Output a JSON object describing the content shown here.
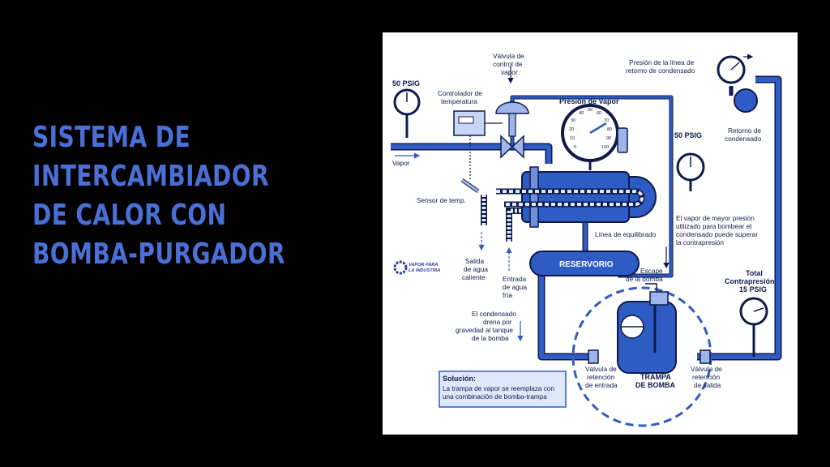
{
  "title_lines": [
    "SISTEMA DE",
    "INTERCAMBIADOR",
    "DE CALOR CON",
    "BOMBA-PURGADOR"
  ],
  "labels": {
    "valve": [
      "Válvula de",
      "control de",
      "vapor"
    ],
    "controller": [
      "Controlador de",
      "temperatura"
    ],
    "gauge_left": "50 PSIG",
    "vapor": "Vapor",
    "steam_pressure": "Presión de Vapor",
    "return_pressure": [
      "Presión de la línea de",
      "retorno de condensado"
    ],
    "return_condensate": [
      "Retorno de",
      "condensado"
    ],
    "gauge_right": "50 PSIG",
    "sensor": "Sensor de temp.",
    "hot_water": [
      "Salida",
      "de agua",
      "caliente"
    ],
    "cold_water": [
      "Entrada",
      "de agua",
      "fría"
    ],
    "equalizing": "Línea de equilibrado",
    "higher_pressure": [
      "El vapor de mayor presión",
      "utilizado para bombear el",
      "condensado puede superar",
      "la contrapresión"
    ],
    "reservoir": "RESERVORIO",
    "pump_exhaust": [
      "Escape",
      "de la bomba"
    ],
    "backpressure": [
      "Total",
      "Contrapresión",
      "15 PSIG"
    ],
    "condensate_drain": [
      "El condensado",
      "drena por",
      "gravedad al tanque",
      "de la bomba"
    ],
    "inlet_check": [
      "Válvula de",
      "retención",
      "de entrada"
    ],
    "pump_trap": [
      "TRAMPA",
      "DE BOMBA"
    ],
    "outlet_check": [
      "Válvula de",
      "retención",
      "de salida"
    ],
    "solution_title": "Solución:",
    "solution_text": [
      "La trampa de vapor se reemplaza con",
      "una combinación de bomba-trampa"
    ],
    "logo": [
      "VAPOR PARA",
      "LA INDUSTRIA"
    ]
  },
  "dial_numbers": [
    "30",
    "40",
    "50",
    "60",
    "70",
    "80",
    "90",
    "100",
    "20",
    "10",
    "0"
  ],
  "colors": {
    "pipe": "#2f5cc4",
    "dark": "#0e1a4a",
    "title": "#4a6fd6",
    "light": "#9db5ea"
  },
  "icons": [
    "gear-logo-icon",
    "pressure-gauge-icon",
    "control-valve-icon",
    "flow-arrow-icon"
  ]
}
